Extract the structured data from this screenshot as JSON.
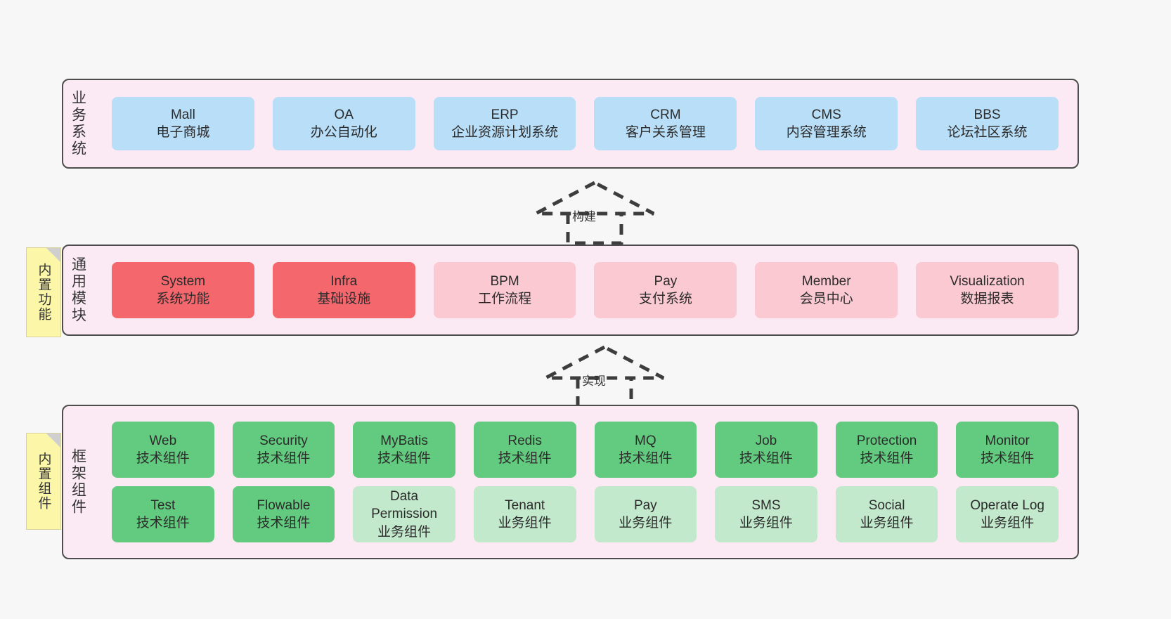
{
  "diagram": {
    "title": "",
    "colors": {
      "panel_bg": "#fbeaf4",
      "panel_border": "#4d4d4d",
      "blue": "#b8def8",
      "red": "#f4676d",
      "pink": "#fbc9d2",
      "green": "#63cb7f",
      "light_green": "#c3e9cd",
      "note_yellow": "#fcf7a8",
      "canvas_bg": "#f7f7f7",
      "text": "#2b2b2b"
    }
  },
  "layers": {
    "business": {
      "title": "业务系统",
      "boxes": [
        {
          "en": "Mall",
          "cn": "电子商城",
          "color": "blue"
        },
        {
          "en": "OA",
          "cn": "办公自动化",
          "color": "blue"
        },
        {
          "en": "ERP",
          "cn": "企业资源计划系统",
          "color": "blue"
        },
        {
          "en": "CRM",
          "cn": "客户关系管理",
          "color": "blue"
        },
        {
          "en": "CMS",
          "cn": "内容管理系统",
          "color": "blue"
        },
        {
          "en": "BBS",
          "cn": "论坛社区系统",
          "color": "blue"
        }
      ]
    },
    "common": {
      "title": "通用模块",
      "note": "内置功能",
      "boxes": [
        {
          "en": "System",
          "cn": "系统功能",
          "color": "red"
        },
        {
          "en": "Infra",
          "cn": "基础设施",
          "color": "red"
        },
        {
          "en": "BPM",
          "cn": "工作流程",
          "color": "pink"
        },
        {
          "en": "Pay",
          "cn": "支付系统",
          "color": "pink"
        },
        {
          "en": "Member",
          "cn": "会员中心",
          "color": "pink"
        },
        {
          "en": "Visualization",
          "cn": "数据报表",
          "color": "pink"
        }
      ]
    },
    "framework": {
      "title": "框架组件",
      "note": "内置组件",
      "row1": [
        {
          "en": "Web",
          "cn": "技术组件",
          "color": "green"
        },
        {
          "en": "Security",
          "cn": "技术组件",
          "color": "green"
        },
        {
          "en": "MyBatis",
          "cn": "技术组件",
          "color": "green"
        },
        {
          "en": "Redis",
          "cn": "技术组件",
          "color": "green"
        },
        {
          "en": "MQ",
          "cn": "技术组件",
          "color": "green"
        },
        {
          "en": "Job",
          "cn": "技术组件",
          "color": "green"
        },
        {
          "en": "Protection",
          "cn": "技术组件",
          "color": "green"
        },
        {
          "en": "Monitor",
          "cn": "技术组件",
          "color": "green"
        }
      ],
      "row2": [
        {
          "en": "Test",
          "cn": "技术组件",
          "color": "green"
        },
        {
          "en": "Flowable",
          "cn": "技术组件",
          "color": "green"
        },
        {
          "en": "Data Permission",
          "cn": "业务组件",
          "color": "light_green"
        },
        {
          "en": "Tenant",
          "cn": "业务组件",
          "color": "light_green"
        },
        {
          "en": "Pay",
          "cn": "业务组件",
          "color": "light_green"
        },
        {
          "en": "SMS",
          "cn": "业务组件",
          "color": "light_green"
        },
        {
          "en": "Social",
          "cn": "业务组件",
          "color": "light_green"
        },
        {
          "en": "Operate Log",
          "cn": "业务组件",
          "color": "light_green"
        }
      ]
    }
  },
  "arrows": {
    "build": {
      "label": "构建",
      "style": "dashed-hollow-triangle-up"
    },
    "implement": {
      "label": "实现",
      "style": "dashed-hollow-triangle-up"
    }
  }
}
